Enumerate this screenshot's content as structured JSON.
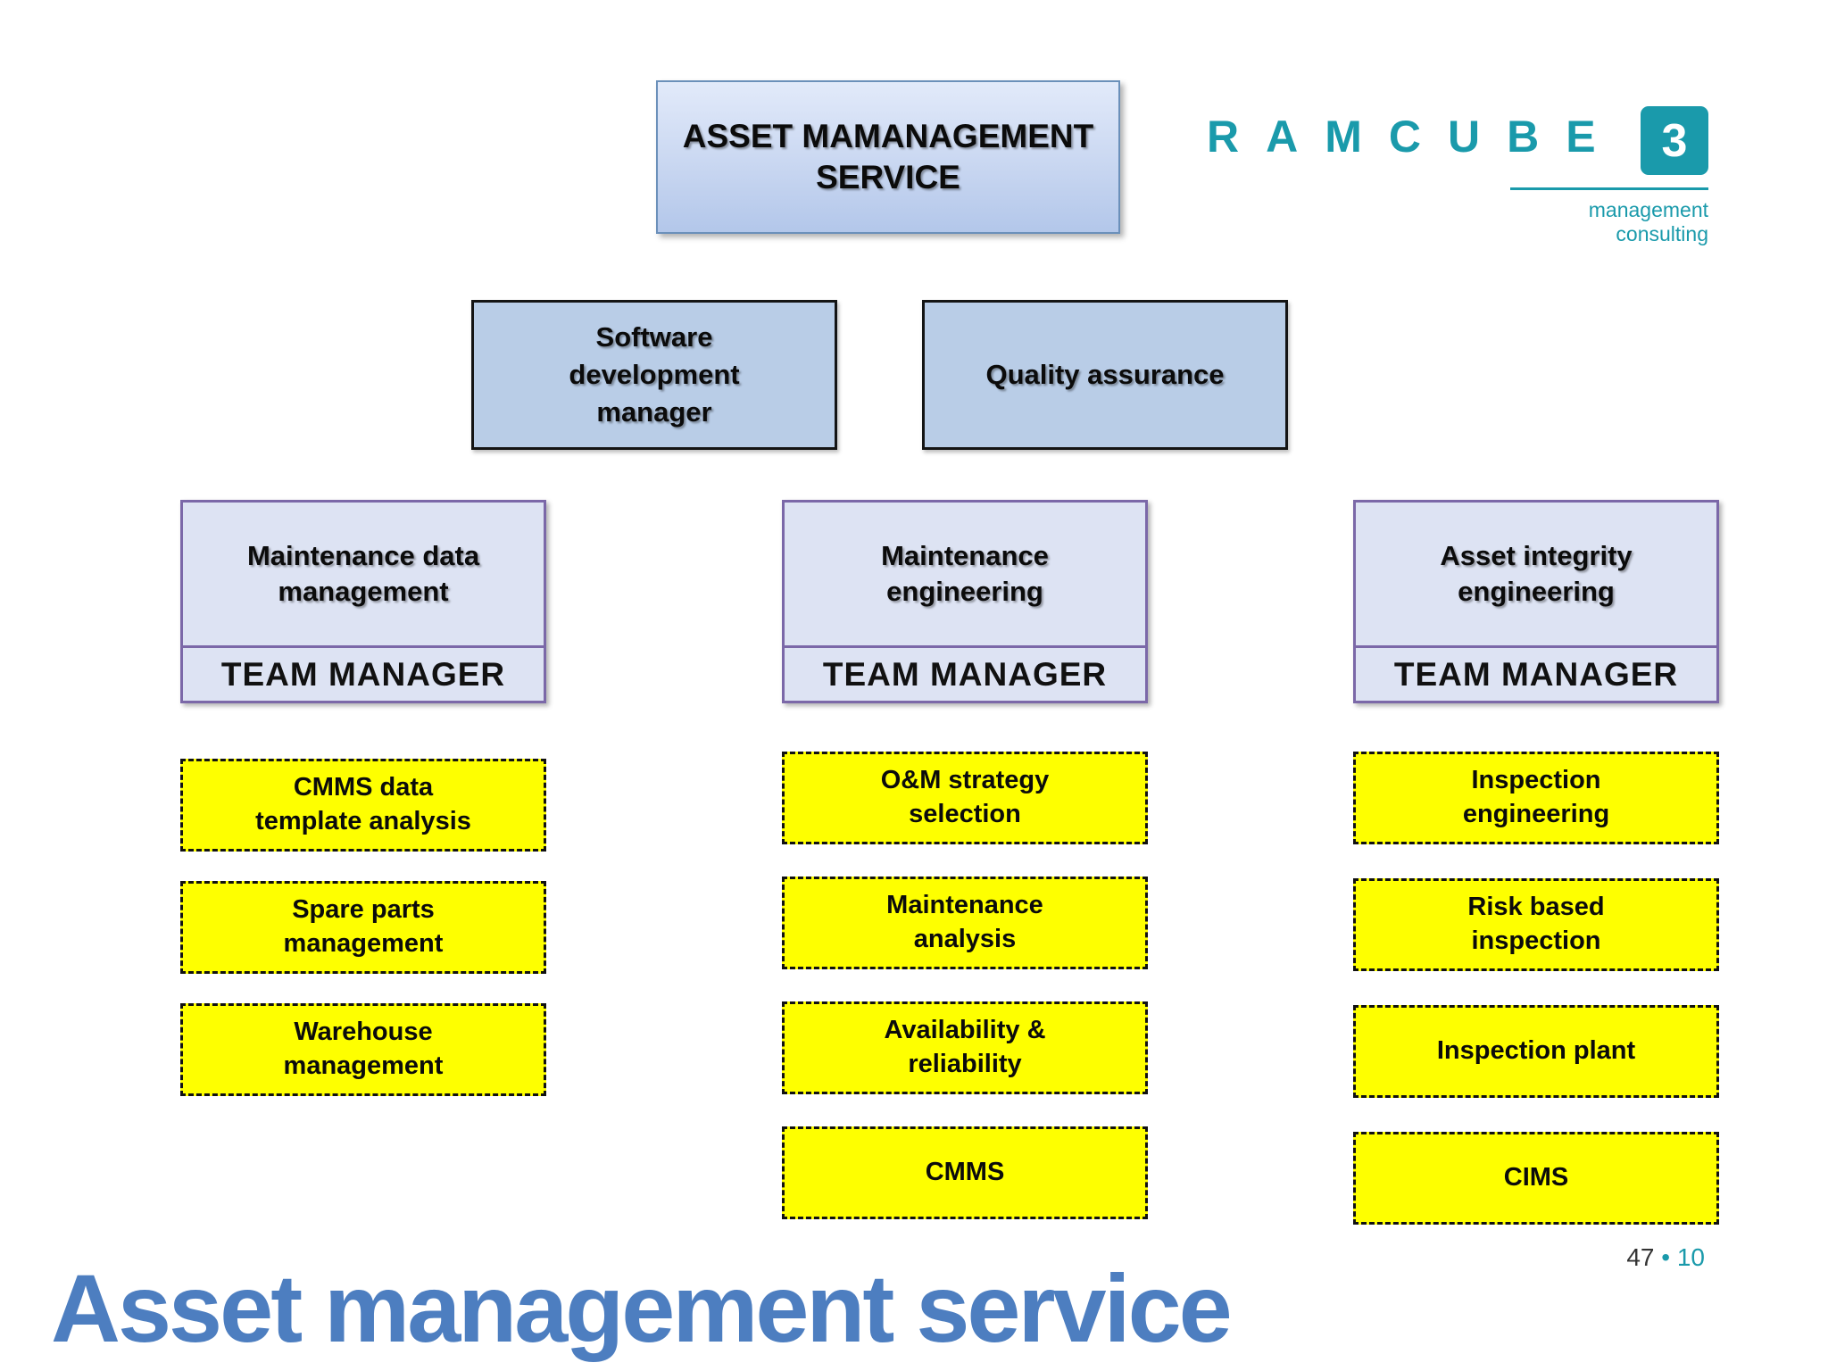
{
  "org_chart": {
    "root": {
      "label": "ASSET MAMANAGEMENT\nSERVICE"
    },
    "managers": [
      {
        "label": "Software\ndevelopment\nmanager"
      },
      {
        "label": "Quality assurance"
      }
    ],
    "teams": [
      {
        "title": "Maintenance data\nmanagement",
        "role": "TEAM MANAGER",
        "tasks": [
          "CMMS data\ntemplate analysis",
          "Spare parts\nmanagement",
          "Warehouse\nmanagement"
        ]
      },
      {
        "title": "Maintenance\nengineering",
        "role": "TEAM MANAGER",
        "tasks": [
          "O&M strategy\nselection",
          "Maintenance\nanalysis",
          "Availability &\nreliability",
          "CMMS"
        ]
      },
      {
        "title": "Asset integrity\nengineering",
        "role": "TEAM MANAGER",
        "tasks": [
          "Inspection\nengineering",
          "Risk based\ninspection",
          "Inspection plant",
          "CIMS"
        ]
      }
    ]
  },
  "logo": {
    "wordmark": "RAMCUBE",
    "cube_digit": "3",
    "tagline": "management consulting"
  },
  "footer": {
    "page_number_left": "47",
    "page_number_separator": "•",
    "page_number_right": "10",
    "title": "Asset management service"
  },
  "colors": {
    "brand_teal": "#1a9aab",
    "root_box_fill_top": "#e2eafa",
    "root_box_fill_bottom": "#b3c7ea",
    "root_box_border": "#6b90ba",
    "manager_box_fill": "#b9cde7",
    "manager_box_border": "#141414",
    "team_box_fill": "#dde3f3",
    "team_box_border": "#7b68a8",
    "task_box_fill": "#feff00",
    "task_box_border": "#111111",
    "footer_title_color": "#4d7ec0"
  }
}
